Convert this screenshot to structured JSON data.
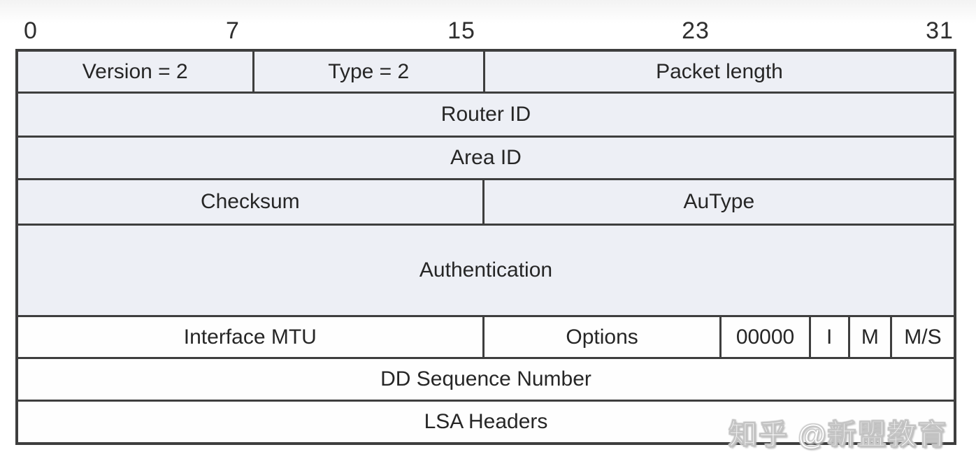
{
  "ruler": {
    "ticks": [
      "0",
      "7",
      "15",
      "23",
      "31"
    ]
  },
  "packet_diagram": {
    "rows": [
      {
        "cells": [
          {
            "label": "Version = 2"
          },
          {
            "label": "Type = 2"
          },
          {
            "label": "Packet length"
          }
        ]
      },
      {
        "cells": [
          {
            "label": "Router ID"
          }
        ]
      },
      {
        "cells": [
          {
            "label": "Area ID"
          }
        ]
      },
      {
        "cells": [
          {
            "label": "Checksum"
          },
          {
            "label": "AuType"
          }
        ]
      },
      {
        "cells": [
          {
            "label": "Authentication"
          }
        ]
      },
      {
        "cells": [
          {
            "label": "Interface MTU"
          },
          {
            "label": "Options"
          },
          {
            "label": "00000"
          },
          {
            "label": "I"
          },
          {
            "label": "M"
          },
          {
            "label": "M/S"
          }
        ]
      },
      {
        "cells": [
          {
            "label": "DD Sequence Number"
          }
        ]
      },
      {
        "cells": [
          {
            "label": "LSA Headers"
          }
        ]
      }
    ]
  },
  "watermark": {
    "text": "知乎 @新盟教育"
  },
  "colors": {
    "cell_shaded": "#edeff5",
    "cell_plain": "#fefefe",
    "border": "#3e3e3e",
    "text": "#262626"
  }
}
